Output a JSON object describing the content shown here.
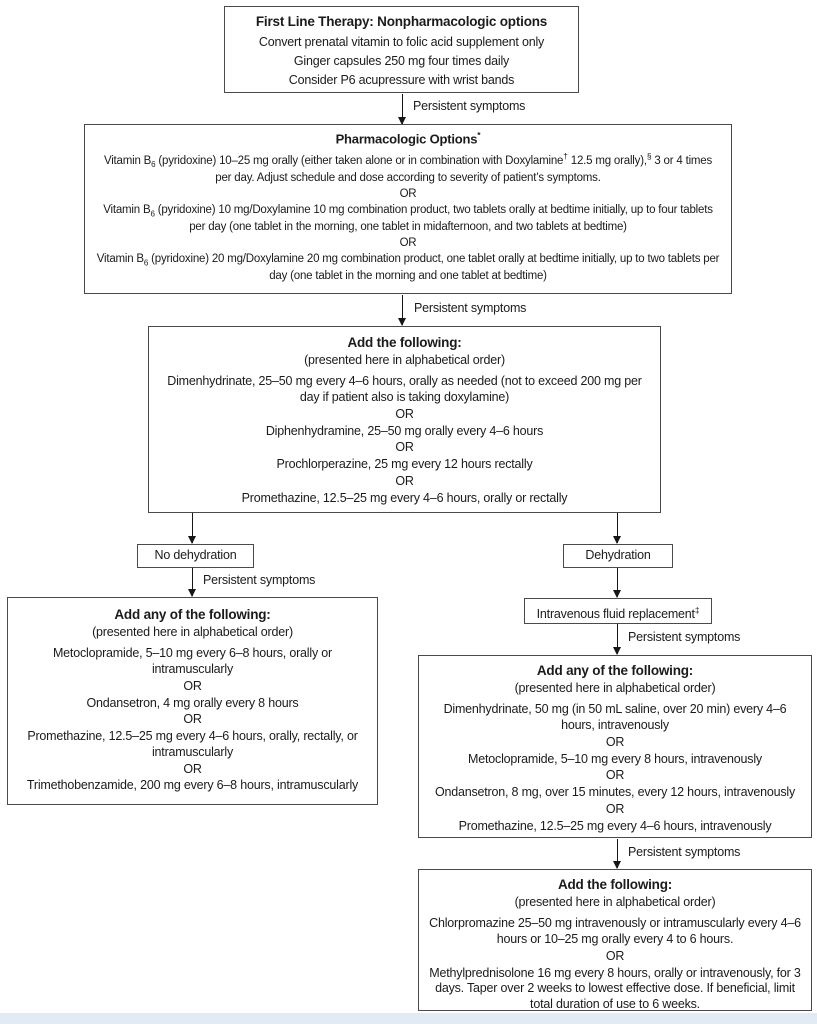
{
  "labels": {
    "persistent_symptoms": "Persistent symptoms",
    "or": "OR"
  },
  "boxes": {
    "first_line": {
      "title": "First Line Therapy: Nonpharmacologic options",
      "items": [
        "Convert prenatal vitamin to folic acid supplement only",
        "Ginger capsules 250 mg four times daily",
        "Consider P6 acupressure with wrist bands"
      ]
    },
    "pharmacologic": {
      "title_segments": [
        {
          "t": "Pharmacologic Options"
        },
        {
          "t": "*",
          "s": "sup"
        }
      ],
      "options": [
        {
          "segments": [
            {
              "t": "Vitamin B"
            },
            {
              "t": "6",
              "s": "sub"
            },
            {
              "t": " (pyridoxine) 10–25 mg orally (either taken alone or in combination with Doxylamine"
            },
            {
              "t": "†",
              "s": "sup"
            },
            {
              "t": " 12.5 mg orally),"
            },
            {
              "t": "§",
              "s": "sup"
            },
            {
              "t": " 3 or 4 times per day. Adjust schedule and dose according to severity of patient’s symptoms."
            }
          ]
        },
        {
          "segments": [
            {
              "t": "Vitamin B"
            },
            {
              "t": "6",
              "s": "sub"
            },
            {
              "t": " (pyridoxine) 10 mg/Doxylamine 10 mg combination product, two tablets orally at bedtime initially, up to four tablets per day (one tablet in the morning, one tablet in midafternoon, and two tablets at bedtime)"
            }
          ]
        },
        {
          "segments": [
            {
              "t": "Vitamin B"
            },
            {
              "t": "6",
              "s": "sub"
            },
            {
              "t": " (pyridoxine) 20 mg/Doxylamine 20 mg combination product, one tablet orally at bedtime initially, up to two tablets per day (one tablet in the morning and one tablet at bedtime)"
            }
          ]
        }
      ]
    },
    "add_following_oral": {
      "title": "Add the following:",
      "note": "(presented here in alphabetical order)",
      "options": [
        "Dimenhydrinate, 25–50 mg every 4–6 hours, orally as needed (not to exceed 200 mg per day if patient also is taking doxylamine)",
        "Diphenhydramine, 25–50 mg orally every 4–6 hours",
        "Prochlorperazine, 25 mg every 12 hours rectally",
        "Promethazine, 12.5–25 mg every 4–6 hours, orally or rectally"
      ]
    },
    "no_dehydration": {
      "label": "No dehydration"
    },
    "dehydration": {
      "label": "Dehydration"
    },
    "add_any_no_dehydration": {
      "title": "Add any of the following:",
      "note": "(presented here in alphabetical order)",
      "options": [
        "Metoclopramide, 5–10 mg every 6–8 hours, orally or intramuscularly",
        "Ondansetron, 4 mg orally every 8 hours",
        "Promethazine, 12.5–25 mg every 4–6 hours, orally, rectally, or intramuscularly",
        "Trimethobenzamide, 200 mg every 6–8 hours, intramuscularly"
      ]
    },
    "iv_fluid": {
      "segments": [
        {
          "t": "Intravenous fluid replacement"
        },
        {
          "t": "‡",
          "s": "sup"
        }
      ]
    },
    "add_any_dehydration": {
      "title": "Add any of the following:",
      "note": "(presented here in alphabetical order)",
      "options": [
        "Dimenhydrinate, 50 mg (in 50 mL saline, over 20 min) every 4–6 hours, intravenously",
        "Metoclopramide, 5–10 mg every 8 hours, intravenously",
        "Ondansetron, 8 mg, over 15 minutes, every 12 hours, intravenously",
        "Promethazine, 12.5–25 mg every 4–6 hours, intravenously"
      ]
    },
    "add_following_final": {
      "title": "Add the following:",
      "note": "(presented here in alphabetical order)",
      "options": [
        "Chlorpromazine 25–50 mg intravenously or intramuscularly every 4–6 hours or 10–25 mg orally every 4 to 6 hours.",
        "Methylprednisolone 16 mg every 8 hours, orally or intravenously, for 3 days. Taper over 2 weeks to lowest effective dose. If beneficial, limit total duration of use to 6 weeks."
      ]
    }
  }
}
